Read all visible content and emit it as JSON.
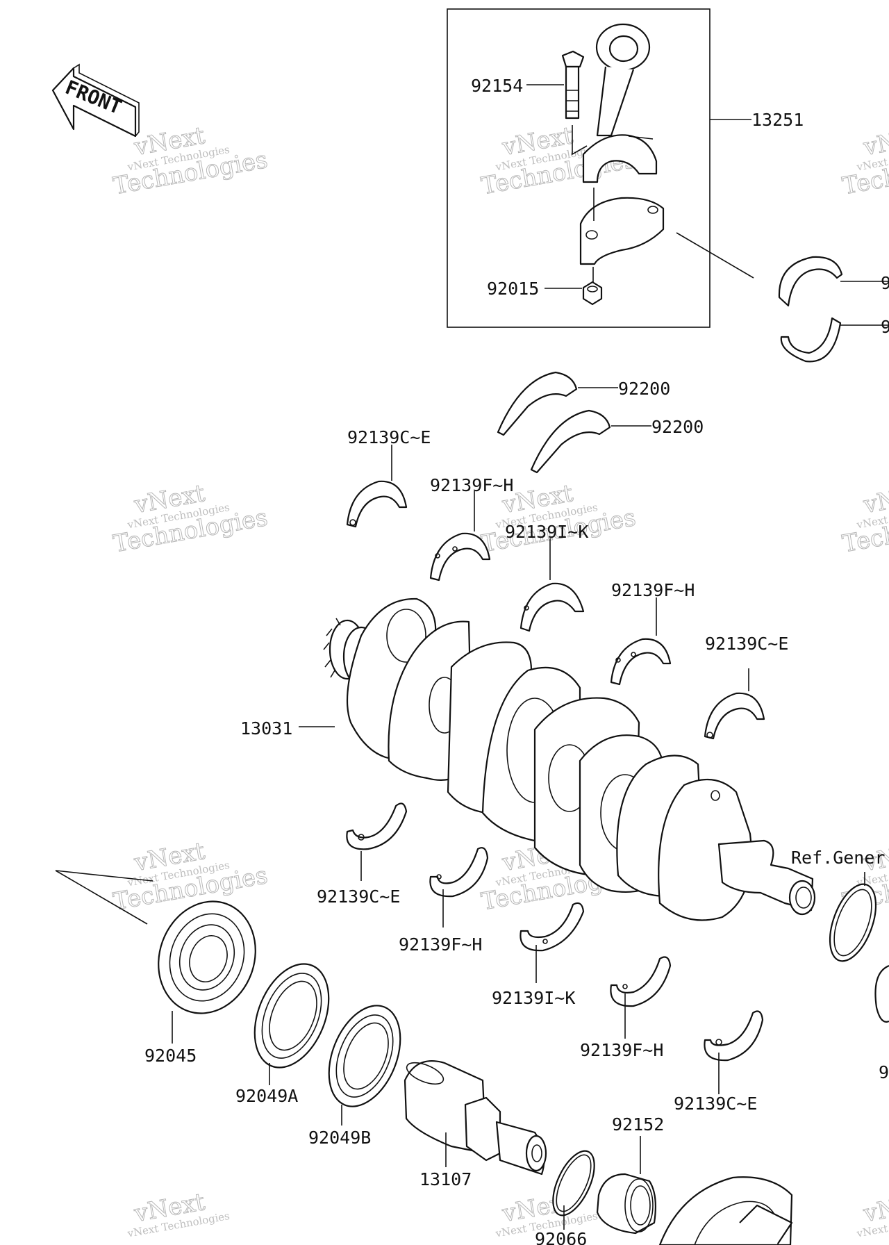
{
  "watermark": {
    "line1": "vNext",
    "line2": "vNext Technologies",
    "line3": "Technologies"
  },
  "front_label": "FRONT",
  "parts": [
    {
      "id": "p92154",
      "label": "92154"
    },
    {
      "id": "p13251",
      "label": "13251"
    },
    {
      "id": "p92015",
      "label": "92015"
    },
    {
      "id": "p92200a",
      "label": "92200"
    },
    {
      "id": "p92200b",
      "label": "92200"
    },
    {
      "id": "p92139ce_1",
      "label": "92139C~E"
    },
    {
      "id": "p92139fh_1",
      "label": "92139F~H"
    },
    {
      "id": "p92139ik_1",
      "label": "92139I~K"
    },
    {
      "id": "p92139fh_2",
      "label": "92139F~H"
    },
    {
      "id": "p92139ce_2",
      "label": "92139C~E"
    },
    {
      "id": "p13031",
      "label": "13031"
    },
    {
      "id": "p92139ce_3",
      "label": "92139C~E"
    },
    {
      "id": "p92139fh_3",
      "label": "92139F~H"
    },
    {
      "id": "p92139ik_2",
      "label": "92139I~K"
    },
    {
      "id": "p92139fh_4",
      "label": "92139F~H"
    },
    {
      "id": "p92139ce_4",
      "label": "92139C~E"
    },
    {
      "id": "p92045",
      "label": "92045"
    },
    {
      "id": "p92049a",
      "label": "92049A"
    },
    {
      "id": "p92049b",
      "label": "92049B"
    },
    {
      "id": "p13107",
      "label": "13107"
    },
    {
      "id": "p92152",
      "label": "92152"
    },
    {
      "id": "p92066",
      "label": "92066"
    },
    {
      "id": "p_9_top",
      "label": "9"
    },
    {
      "id": "p_9_mid",
      "label": "9"
    },
    {
      "id": "p_9_low",
      "label": "9"
    },
    {
      "id": "refgen",
      "label": "Ref.Gener"
    }
  ]
}
